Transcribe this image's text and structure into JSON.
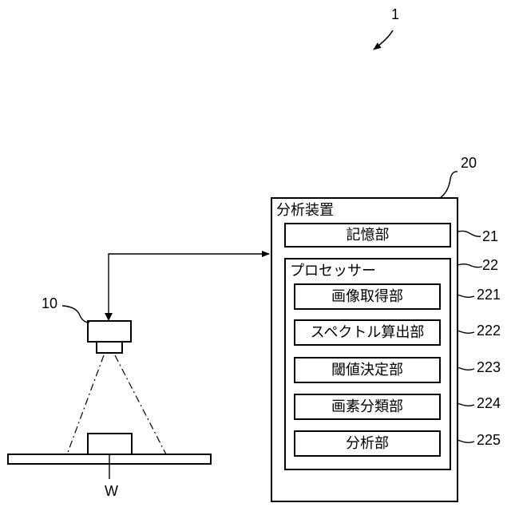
{
  "figure": {
    "system_ref": "1",
    "workpiece_label": "W"
  },
  "camera": {
    "ref": "10"
  },
  "analyzer": {
    "ref": "20",
    "title": "分析装置",
    "storage": {
      "label": "記憶部",
      "ref": "21"
    },
    "processor": {
      "label": "プロセッサー",
      "ref": "22",
      "units": [
        {
          "label": "画像取得部",
          "ref": "221"
        },
        {
          "label": "スペクトル算出部",
          "ref": "222"
        },
        {
          "label": "閾値決定部",
          "ref": "223"
        },
        {
          "label": "画素分類部",
          "ref": "224"
        },
        {
          "label": "分析部",
          "ref": "225"
        }
      ]
    }
  }
}
